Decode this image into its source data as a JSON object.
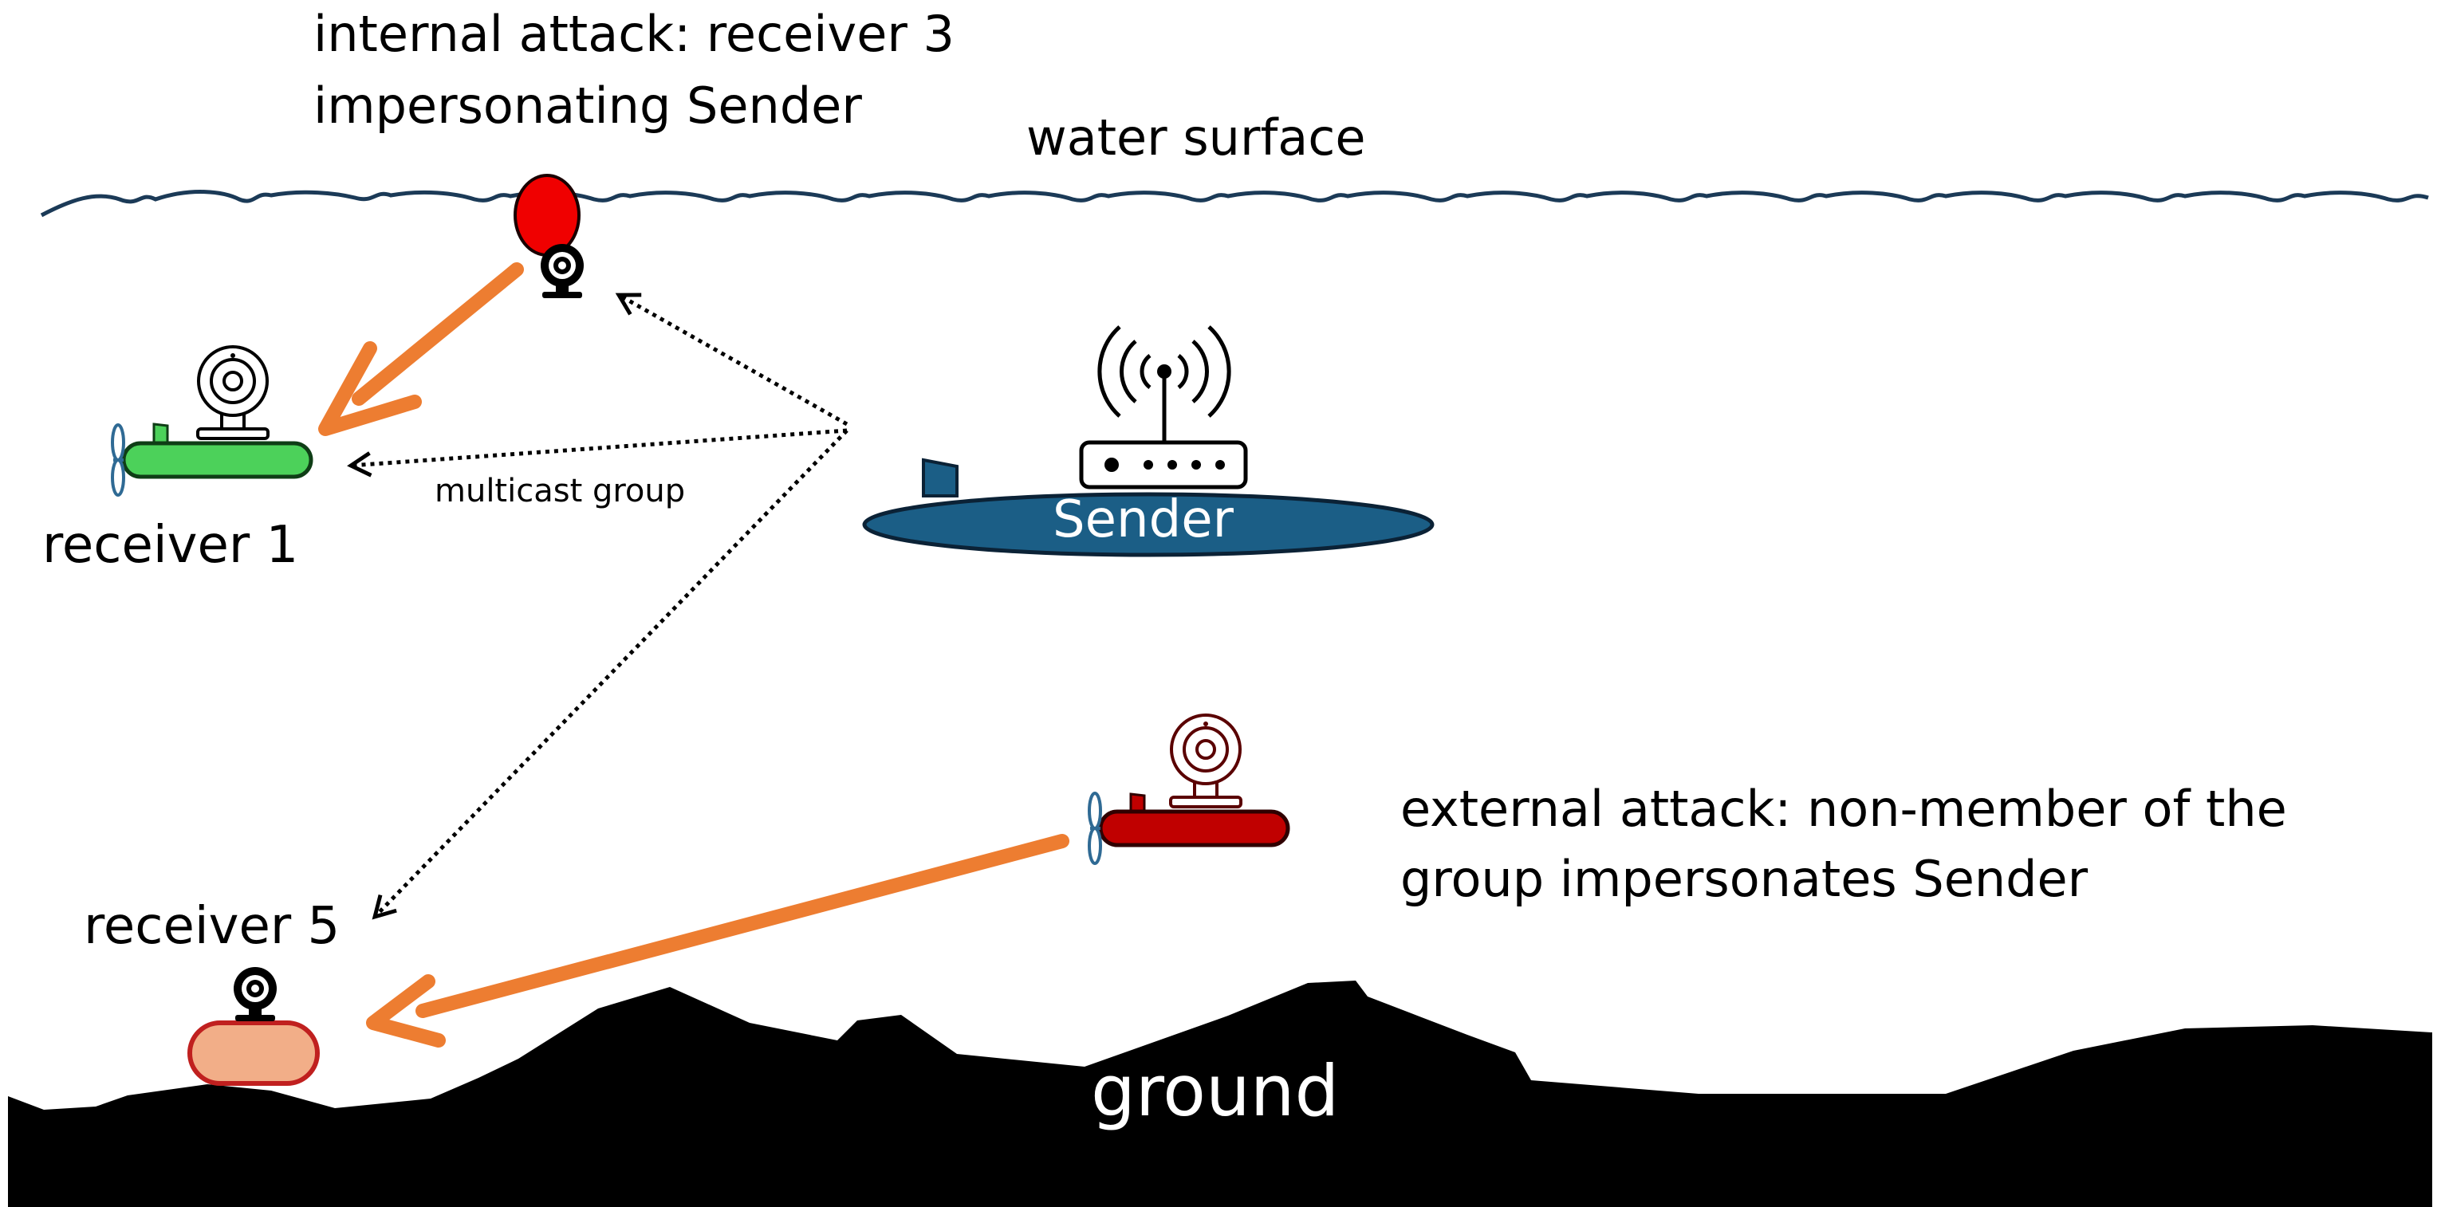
{
  "labels": {
    "internal_attack_line1": "internal attack: receiver 3",
    "internal_attack_line2": "impersonating  Sender",
    "water_surface": "water surface",
    "receiver1": "receiver 1",
    "multicast_group": "multicast group",
    "sender": "Sender",
    "receiver5": "receiver 5",
    "external_attack_line1": "external attack: non-member of the",
    "external_attack_line2": "group impersonates Sender",
    "ground": "ground"
  },
  "colors": {
    "attack_arrow": "#ED7D31",
    "sender_hull": "#1B5E86",
    "receiver1_hull": "#4CD15A",
    "buoy": "#F00000",
    "attacker_hull": "#C00000",
    "receiver5_body": "#F2AE88",
    "receiver5_border": "#C0201F",
    "ground": "#000000",
    "water": "#1B3A57",
    "propeller": "#2F6A94"
  }
}
